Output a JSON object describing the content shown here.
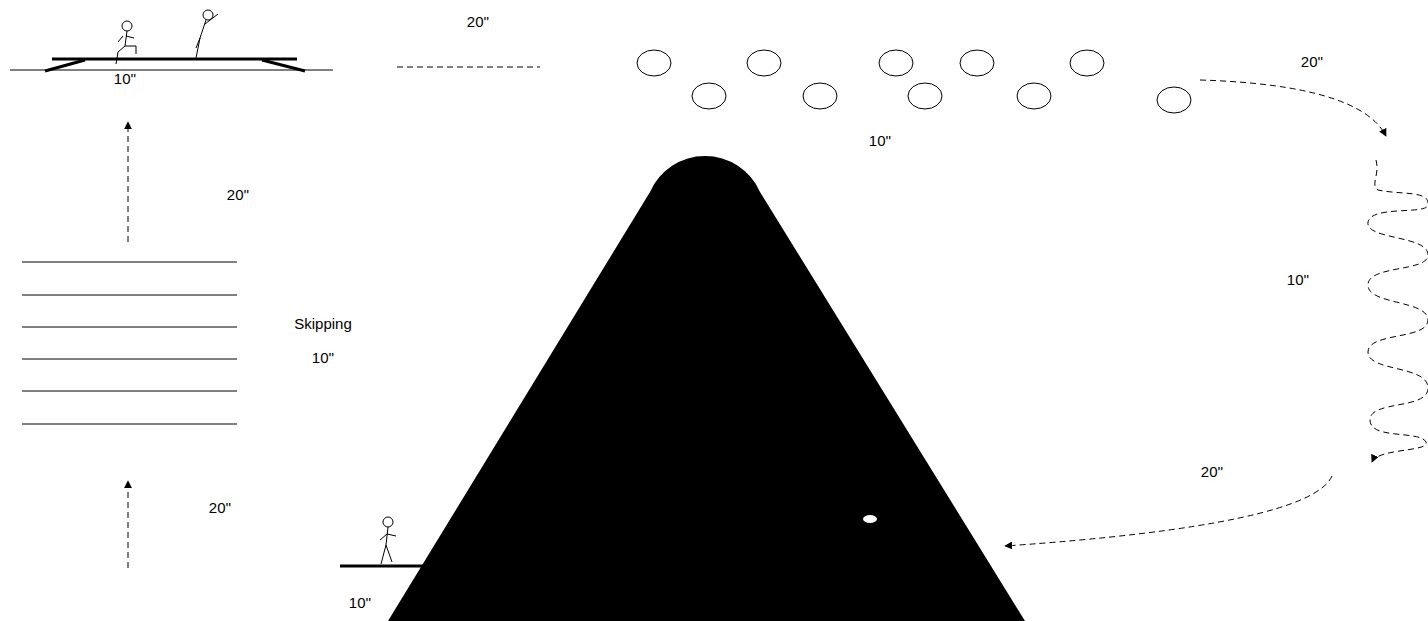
{
  "diagram": {
    "labels": [
      "20''",
      "20''",
      "10''",
      "10''",
      "20''",
      "10''",
      "Skipping",
      "10''",
      "20''",
      "20''",
      "10''"
    ]
  }
}
